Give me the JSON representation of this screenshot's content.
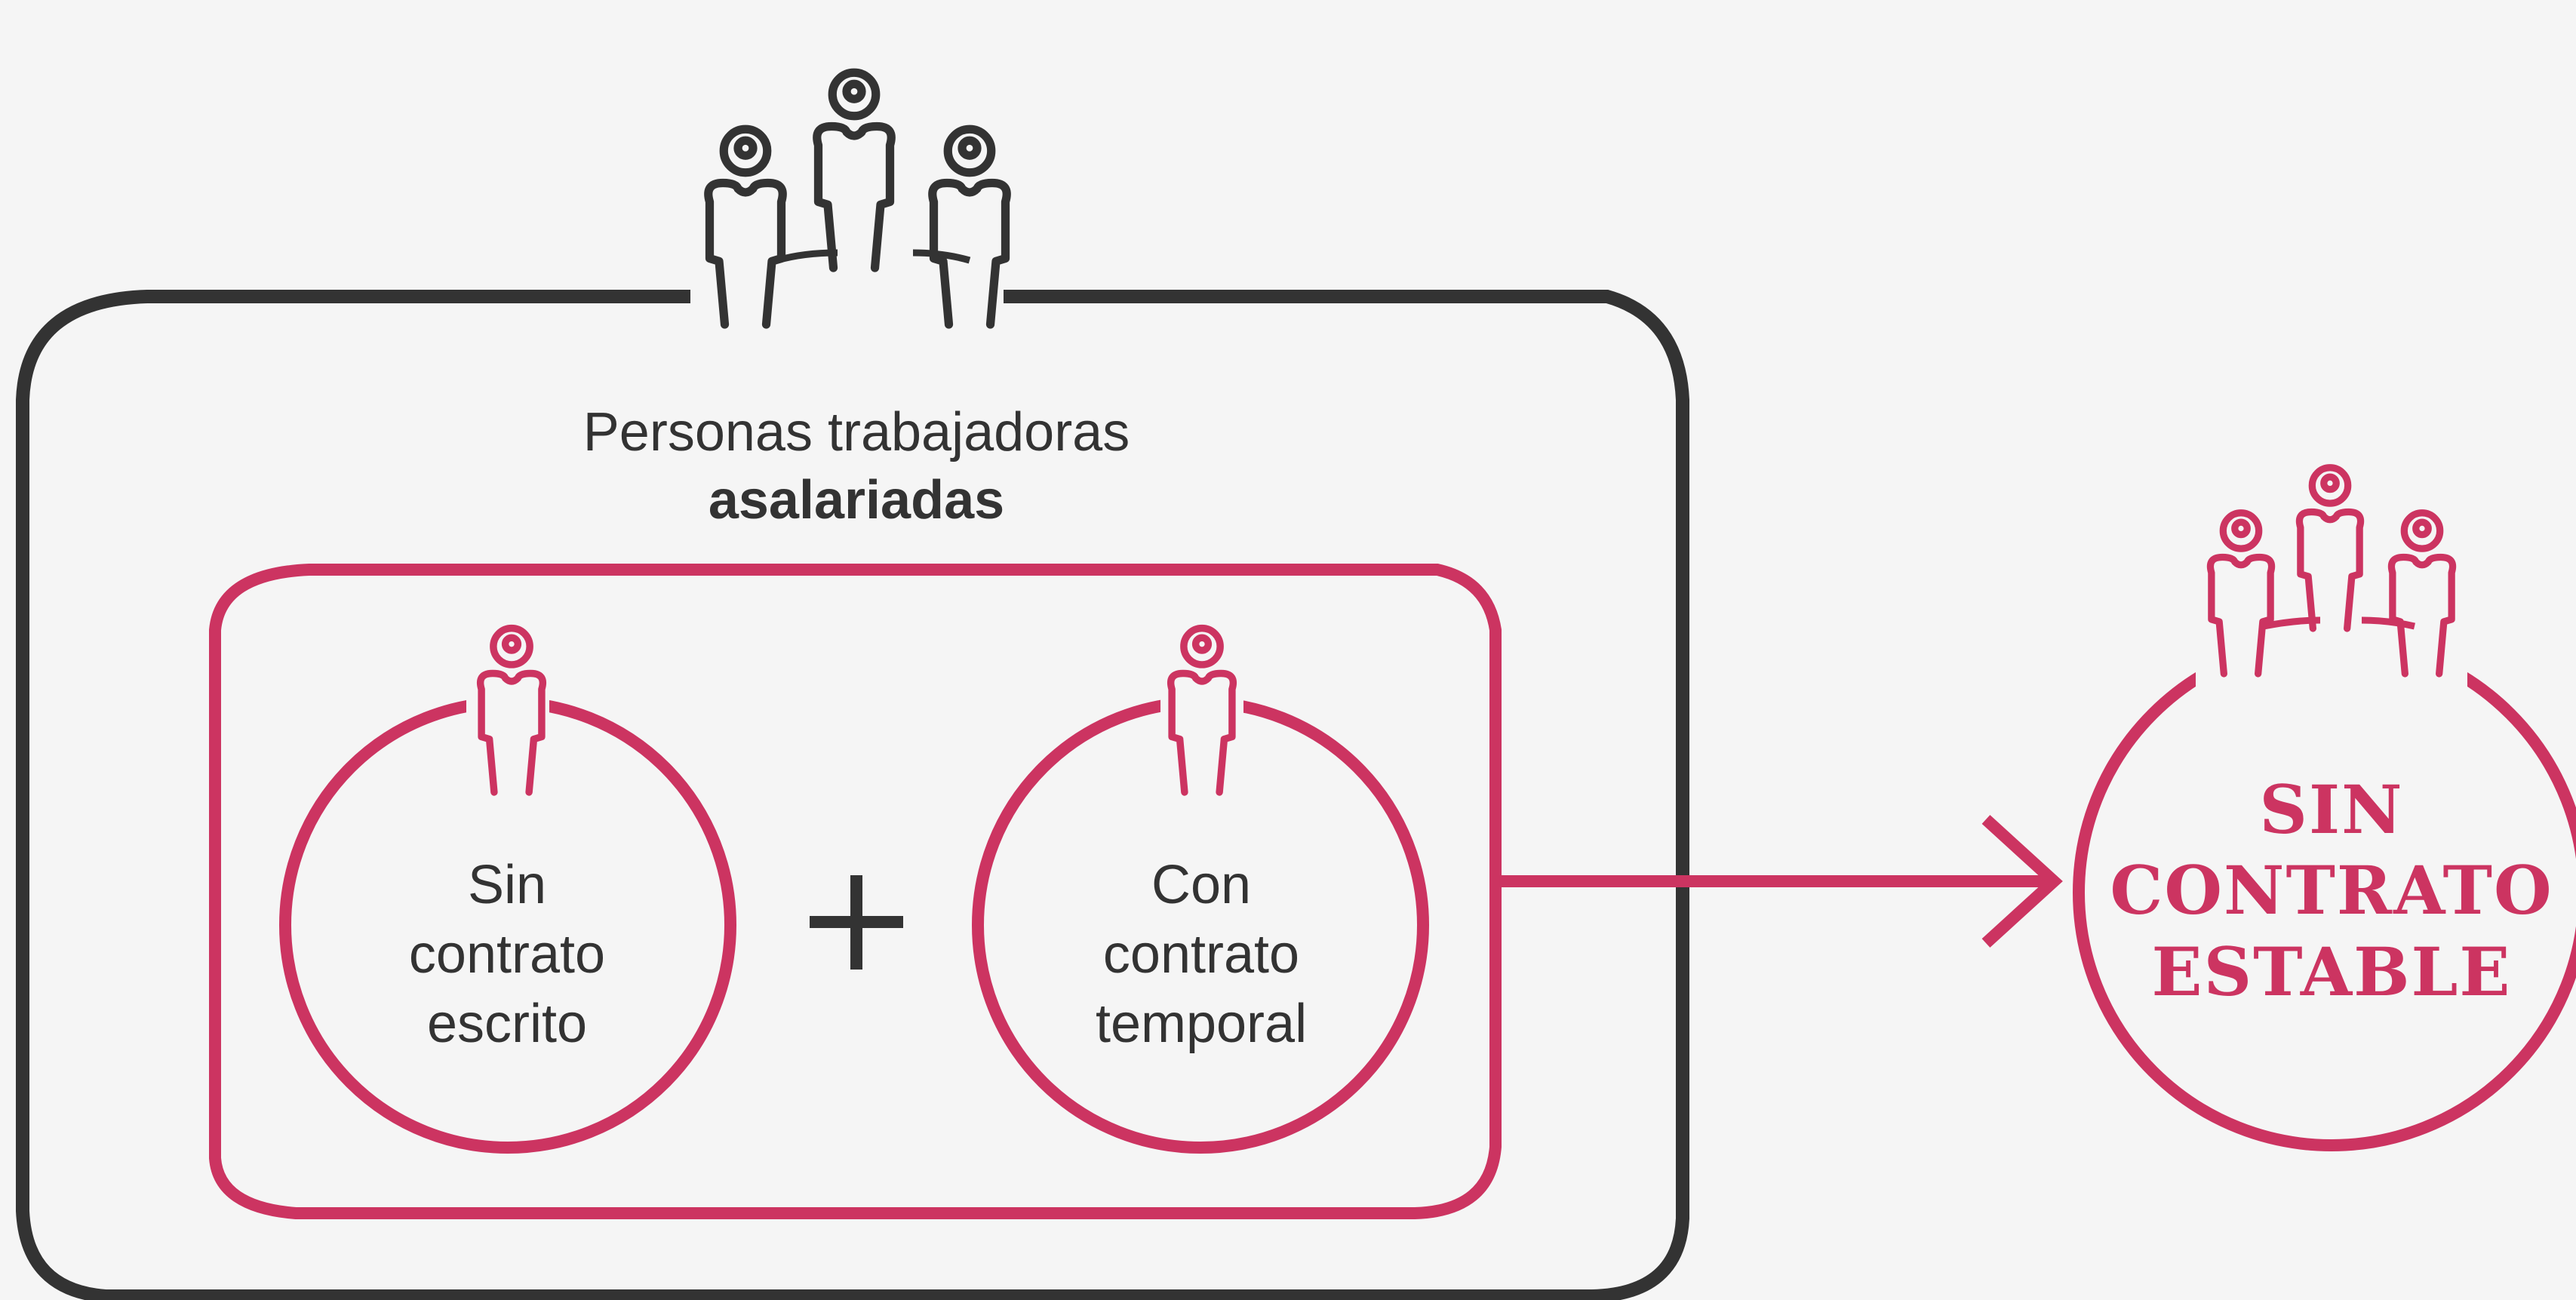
{
  "outer_group": {
    "title_line1": "Personas trabajadoras",
    "title_line2": "asalariadas"
  },
  "left_circle": {
    "line1": "Sin",
    "line2": "contrato",
    "line3": "escrito"
  },
  "operator": "+",
  "right_circle": {
    "line1": "Con",
    "line2": "contrato",
    "line3": "temporal"
  },
  "result": {
    "line1": "SIN",
    "line2": "CONTRATO",
    "line3": "ESTABLE"
  },
  "colors": {
    "background": "#f5f5f5",
    "dark": "#333333",
    "accent": "#cc3461"
  },
  "icons": [
    "people-group-icon",
    "person-icon"
  ]
}
